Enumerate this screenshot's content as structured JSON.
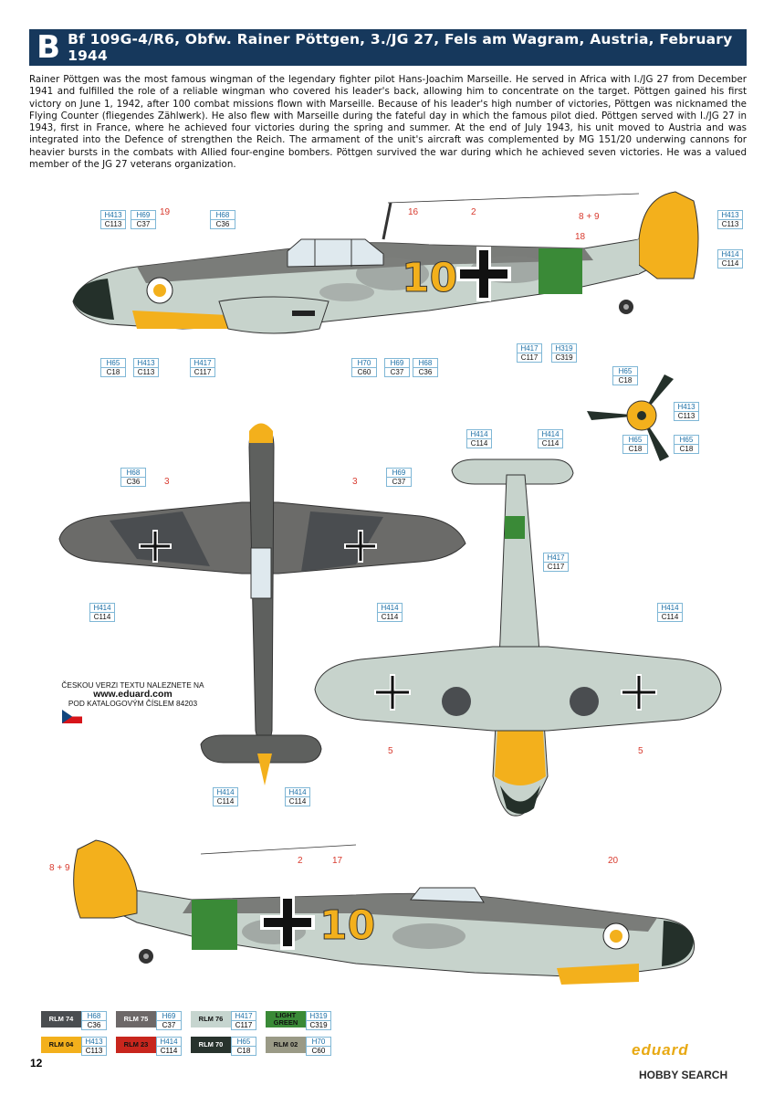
{
  "header": {
    "letter": "B",
    "title": "Bf 109G-4/R6, Obfw. Rainer Pöttgen, 3./JG 27, Fels am Wagram, Austria, February 1944"
  },
  "description": "Rainer Pöttgen was the most famous wingman of the legendary fighter pilot Hans-Joachim Marseille. He served in Africa with I./JG 27 from December 1941 and fulfilled the role of a reliable wingman who covered his leader's back, allowing him to concentrate on the target. Pöttgen gained his first victory on June 1, 1942, after 100 combat missions flown with Marseille. Because of his leader's high number of victories, Pöttgen was nicknamed the Flying Counter (fliegendes Zählwerk). He also flew with Marseille during the fateful day in which the famous pilot died. Pöttgen served with I./JG 27 in 1943, first in France, where he achieved four victories during the spring and summer. At the end of July 1943, his unit moved to Austria and was integrated into the Defence of strengthen the Reich. The armament of the unit's aircraft was complemented by MG 151/20 underwing cannons for heavier bursts in the combats with Allied four-engine bombers. Pöttgen survived the war during which he achieved seven victories. He was a valued member of the JG 27 veterans organization.",
  "fuselage_code": "10",
  "callouts": {
    "c1": {
      "h": "H413",
      "c": "C113"
    },
    "c2": {
      "h": "H69",
      "c": "C37"
    },
    "c3": {
      "h": "H68",
      "c": "C36"
    },
    "c4": {
      "h": "H413",
      "c": "C113"
    },
    "c5": {
      "h": "H414",
      "c": "C114"
    },
    "c6": {
      "h": "H65",
      "c": "C18"
    },
    "c7": {
      "h": "H413",
      "c": "C113"
    },
    "c8": {
      "h": "H417",
      "c": "C117"
    },
    "c9": {
      "h": "H70",
      "c": "C60"
    },
    "c10": {
      "h": "H69",
      "c": "C37"
    },
    "c11": {
      "h": "H68",
      "c": "C36"
    },
    "c12": {
      "h": "H417",
      "c": "C117"
    },
    "c13": {
      "h": "H319",
      "c": "C319"
    },
    "c14": {
      "h": "H65",
      "c": "C18"
    },
    "c15": {
      "h": "H413",
      "c": "C113"
    },
    "c16": {
      "h": "H65",
      "c": "C18"
    },
    "c17": {
      "h": "H65",
      "c": "C18"
    },
    "c18": {
      "h": "H414",
      "c": "C114"
    },
    "c19": {
      "h": "H414",
      "c": "C114"
    },
    "c20": {
      "h": "H68",
      "c": "C36"
    },
    "c21": {
      "h": "H69",
      "c": "C37"
    },
    "c22": {
      "h": "H417",
      "c": "C117"
    },
    "c23": {
      "h": "H414",
      "c": "C114"
    },
    "c24": {
      "h": "H414",
      "c": "C114"
    },
    "c25": {
      "h": "H414",
      "c": "C114"
    },
    "c26": {
      "h": "H414",
      "c": "C114"
    },
    "c27": {
      "h": "H414",
      "c": "C114"
    }
  },
  "numbers": {
    "n19": "19",
    "n16": "16",
    "n2a": "2",
    "n89a": "8 + 9",
    "n18": "18",
    "n3a": "3",
    "n3b": "3",
    "n5a": "5",
    "n5b": "5",
    "n89b": "8 + 9",
    "n2b": "2",
    "n17": "17",
    "n20": "20"
  },
  "czech_note": {
    "line1": "ČESKOU VERZI TEXTU NALEZNETE NA",
    "web": "www.eduard.com",
    "line2": "POD KATALOGOVÝM ČÍSLEM 84203"
  },
  "legend": [
    {
      "name": "RLM 74",
      "h": "H68",
      "c": "C36",
      "color": "#4a4d50",
      "text": "#ffffff"
    },
    {
      "name": "RLM 75",
      "h": "H69",
      "c": "C37",
      "color": "#6d6868",
      "text": "#ffffff"
    },
    {
      "name": "RLM 76",
      "h": "H417",
      "c": "C117",
      "color": "#c6d5cf",
      "text": "#111111"
    },
    {
      "name": "LIGHT GREEN",
      "h": "H319",
      "c": "C319",
      "color": "#3a8a37",
      "text": "#111111"
    },
    {
      "name": "RLM 04",
      "h": "H413",
      "c": "C113",
      "color": "#f3b01c",
      "text": "#111111"
    },
    {
      "name": "RLM 23",
      "h": "H414",
      "c": "C114",
      "color": "#c8261d",
      "text": "#111111"
    },
    {
      "name": "RLM 70",
      "h": "H65",
      "c": "C18",
      "color": "#28332d",
      "text": "#ffffff"
    },
    {
      "name": "RLM 02",
      "h": "H70",
      "c": "C60",
      "color": "#9a9a86",
      "text": "#111111"
    }
  ],
  "page_number": "12",
  "brand": "eduard",
  "watermark": "HOBBY SEARCH"
}
